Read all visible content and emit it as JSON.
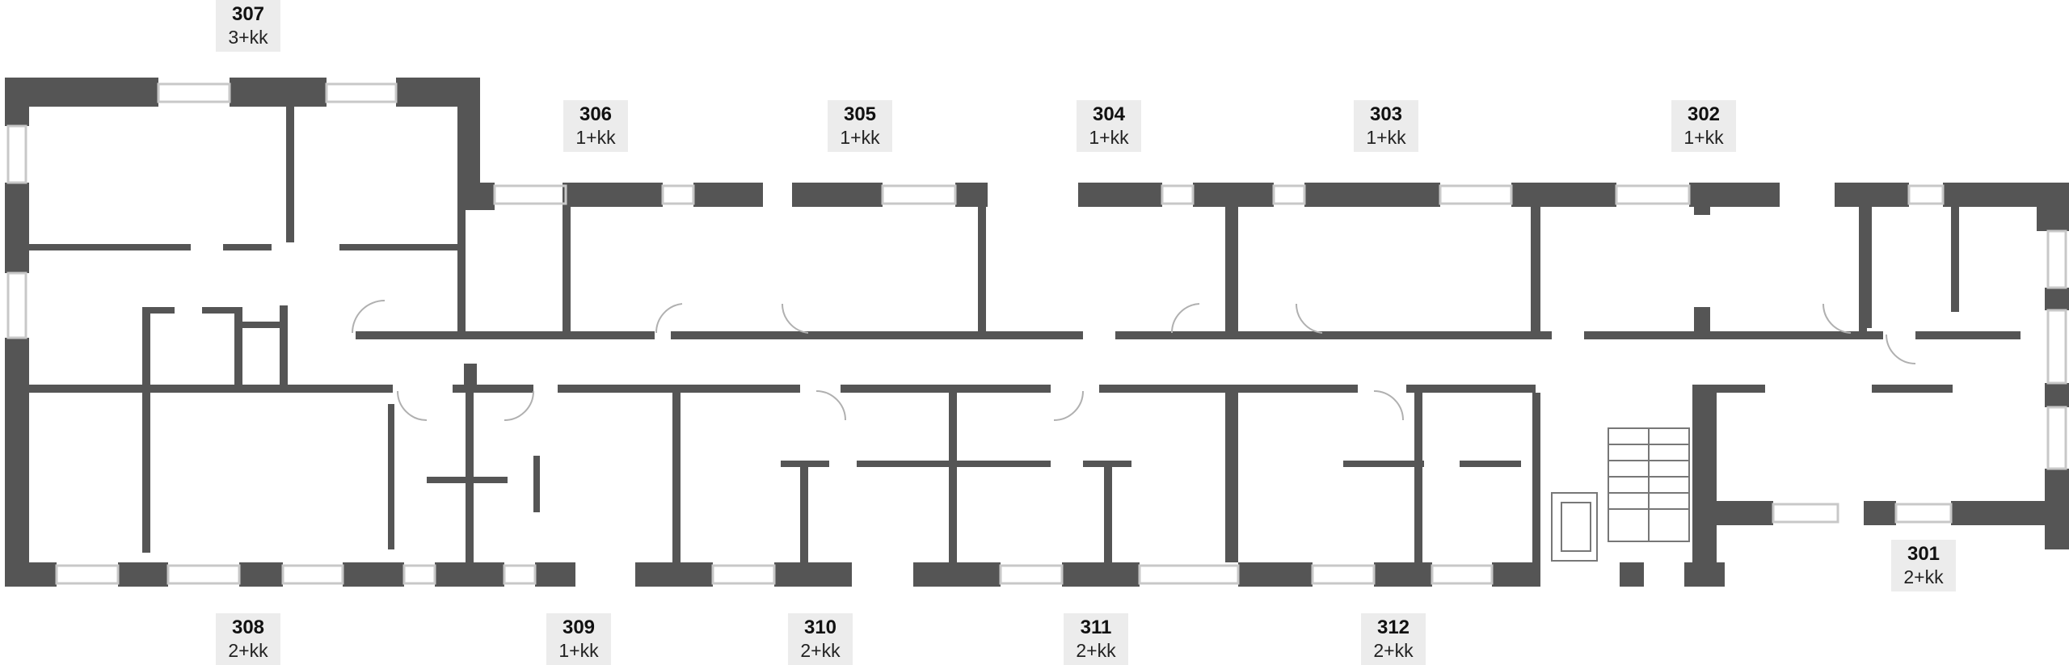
{
  "units": [
    {
      "number": "307",
      "type": "3+kk"
    },
    {
      "number": "306",
      "type": "1+kk"
    },
    {
      "number": "305",
      "type": "1+kk"
    },
    {
      "number": "304",
      "type": "1+kk"
    },
    {
      "number": "303",
      "type": "1+kk"
    },
    {
      "number": "302",
      "type": "1+kk"
    },
    {
      "number": "301",
      "type": "2+kk"
    },
    {
      "number": "308",
      "type": "2+kk"
    },
    {
      "number": "309",
      "type": "1+kk"
    },
    {
      "number": "310",
      "type": "2+kk"
    },
    {
      "number": "311",
      "type": "2+kk"
    },
    {
      "number": "312",
      "type": "2+kk"
    }
  ],
  "colors": {
    "wall": "#555555",
    "label_bg": "#ececec",
    "window": "#c8c8c8",
    "background": "#ffffff"
  }
}
